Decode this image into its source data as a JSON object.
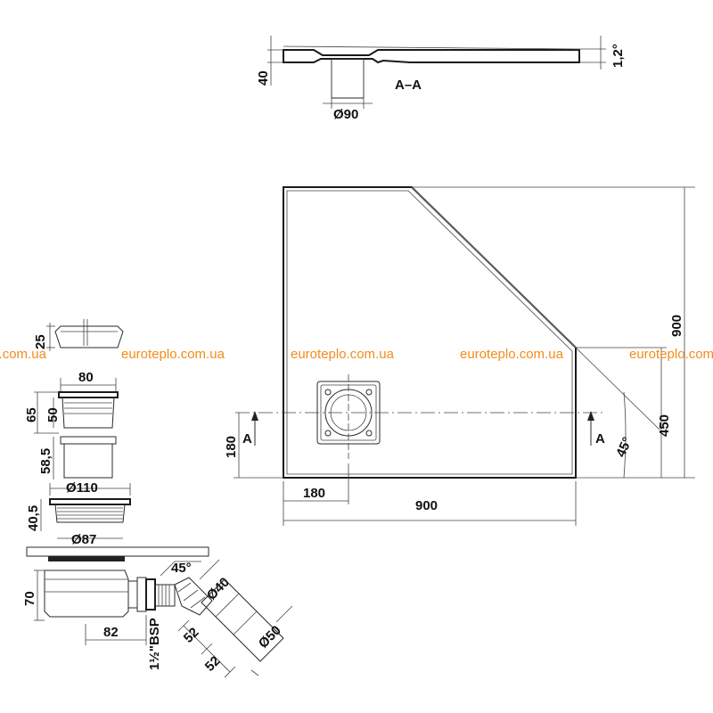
{
  "section": {
    "label": "A–A",
    "height": "40",
    "slope": "1,2°",
    "drain_dia": "Ø90"
  },
  "plan": {
    "height_total": "900",
    "height_half": "450",
    "width_total": "900",
    "drain_offset_x": "180",
    "drain_offset_y": "180",
    "angle": "45°",
    "section_mark_left": "A",
    "section_mark_right": "A"
  },
  "watermark": {
    "text": "euroteplo.com.ua"
  },
  "drain": {
    "grate_h": "25",
    "grate_w": "80",
    "body_h_total": "65",
    "body_h": "50",
    "riser_h": "58,5",
    "flange_dia": "Ø110",
    "flange_h": "40,5",
    "thread_dia": "Ø87",
    "trap_h": "70",
    "outlet_len": "82",
    "bend_angle": "45°",
    "pipe_dia_small": "Ø40",
    "pipe_dia_large": "Ø50",
    "thread_spec": "1½\"BSP",
    "seg_1": "52",
    "seg_2": "52"
  }
}
